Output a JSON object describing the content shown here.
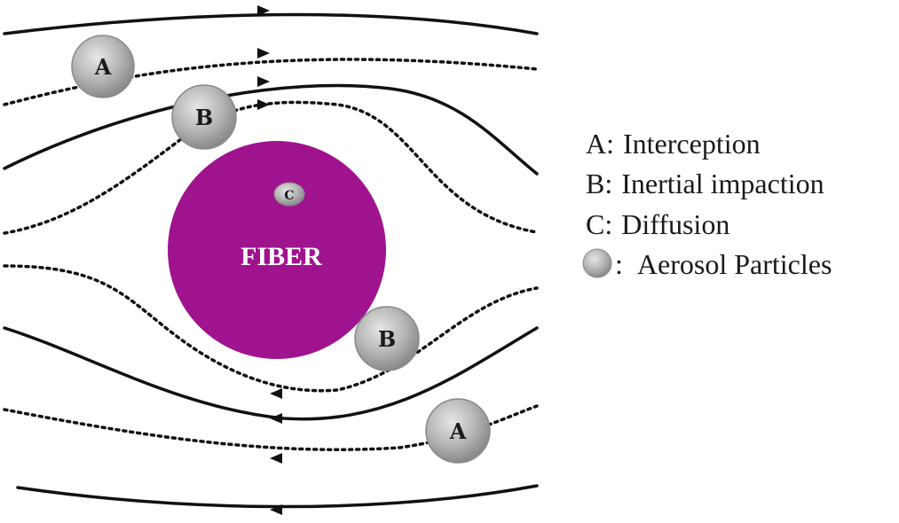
{
  "fiber": {
    "label": "FIBER",
    "color": "#a0138f"
  },
  "particles": [
    {
      "id": "a-top",
      "label": "A"
    },
    {
      "id": "b-top",
      "label": "B"
    },
    {
      "id": "c-center",
      "label": "C"
    },
    {
      "id": "b-bottom",
      "label": "B"
    },
    {
      "id": "a-bottom",
      "label": "A"
    }
  ],
  "legend": {
    "items": [
      {
        "key": "A",
        "sep": ":",
        "text": "Interception"
      },
      {
        "key": "B",
        "sep": ":",
        "text": "Inertial impaction"
      },
      {
        "key": "C",
        "sep": ":",
        "text": "Diffusion"
      },
      {
        "key": "",
        "sep": ":",
        "text": "Aerosol Particles",
        "icon": "aerosol-particle-icon"
      }
    ]
  },
  "colors": {
    "line": "#111111",
    "particle_fill": "#b4b4b4",
    "particle_stroke": "#7a7a7a"
  }
}
